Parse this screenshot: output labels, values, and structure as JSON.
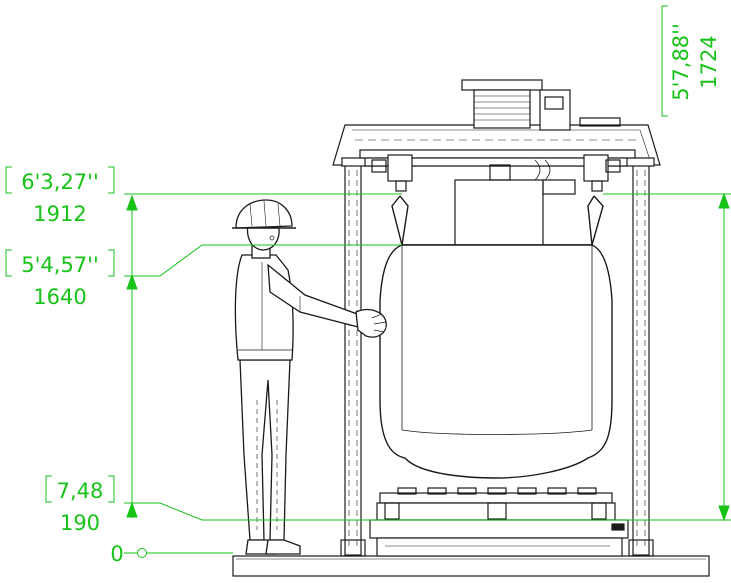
{
  "colors": {
    "dimension": "#17c317",
    "line": "#1a1a1a",
    "paper": "#ffffff"
  },
  "dimensions": {
    "left": [
      {
        "id": "top",
        "imperial": "6'3,27''",
        "metric": "1912"
      },
      {
        "id": "bag",
        "imperial": "5'4,57''",
        "metric": "1640"
      },
      {
        "id": "bottom",
        "imperial": "7,48",
        "metric": "190"
      }
    ],
    "zero": "0",
    "right": {
      "imperial": "5'7,88''",
      "metric": "1724"
    }
  },
  "figures": {
    "person-icon": "operator-with-hard-hat",
    "frame-icon": "bulk-bag-discharger-frame",
    "bag-icon": "bulk-bag"
  }
}
